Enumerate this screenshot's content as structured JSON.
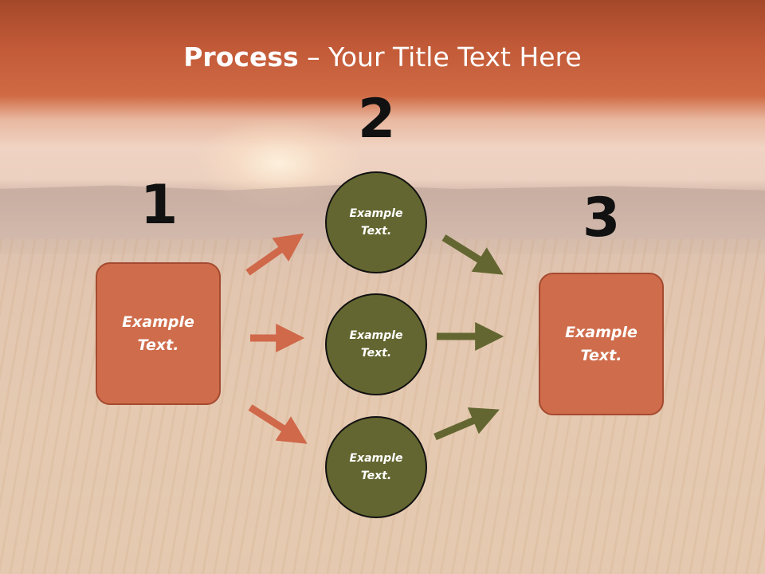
{
  "slide": {
    "title_bold": "Process",
    "title_rest": " – Your Title Text Here"
  },
  "steps": {
    "step1_number": "1",
    "step2_number": "2",
    "step3_number": "3"
  },
  "nodes": {
    "left_box_text": "Example Text.",
    "circle_top_text": "Example Text.",
    "circle_middle_text": "Example Text.",
    "circle_bottom_text": "Example Text.",
    "right_box_text": "Example Text."
  },
  "colors": {
    "box_fill": "#cf6c4b",
    "circle_fill": "#636630",
    "orange_arrow": "#d0684a",
    "green_arrow": "#636630"
  }
}
